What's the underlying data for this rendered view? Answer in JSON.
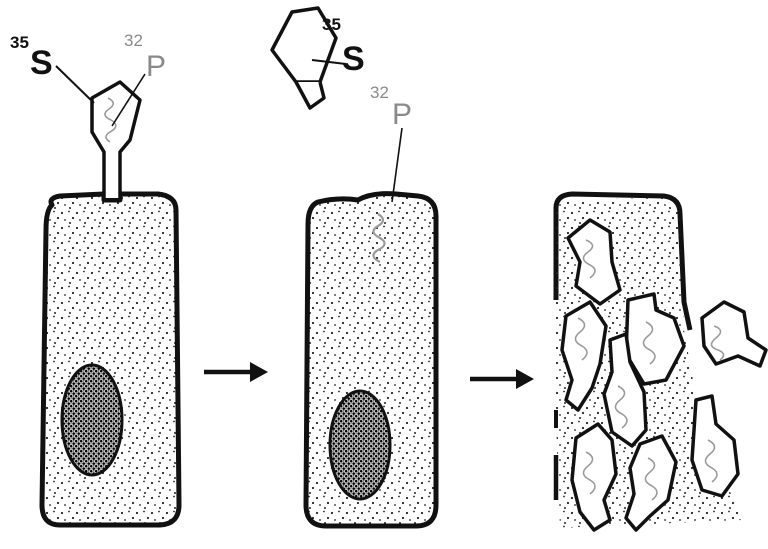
{
  "labels": {
    "sulfur_mass": "35",
    "sulfur_symbol": "S",
    "phosphorus_mass": "32",
    "phosphorus_symbol": "P"
  },
  "panels": [
    {
      "stage": "attachment",
      "shows": [
        "35S-labeled protein coat",
        "32P-labeled DNA",
        "host cell"
      ]
    },
    {
      "stage": "injection",
      "shows": [
        "empty 35S coat outside",
        "32P DNA inside cell"
      ]
    },
    {
      "stage": "lysis",
      "shows": [
        "progeny phages released",
        "ruptured host cell"
      ]
    }
  ],
  "colors": {
    "ink": "#111111",
    "label_grey": "#8a8a8a",
    "background": "#ffffff"
  }
}
